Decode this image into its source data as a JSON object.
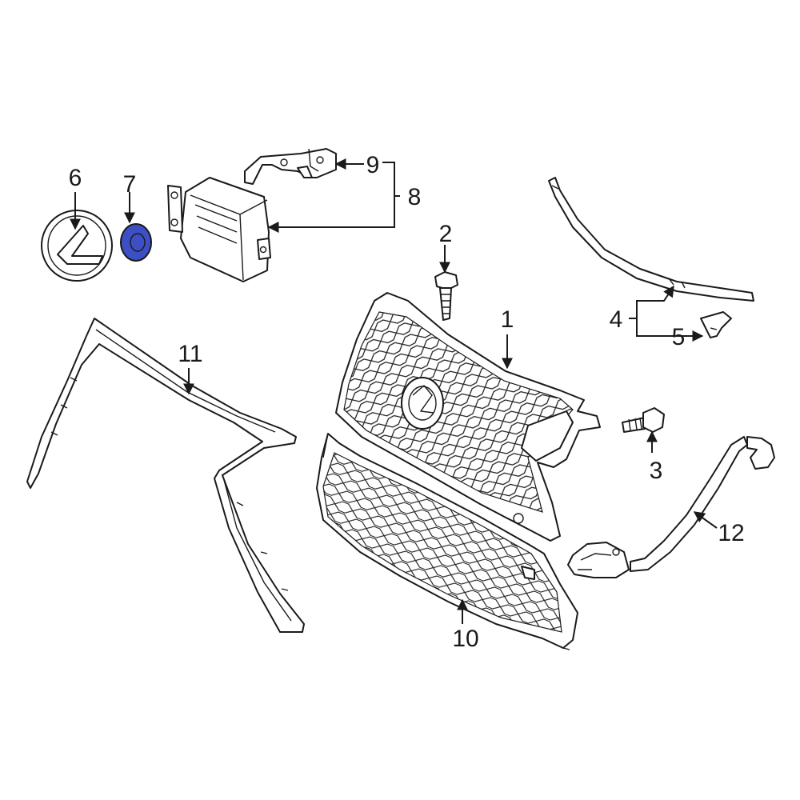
{
  "callouts": [
    {
      "id": "c1",
      "label": "1"
    },
    {
      "id": "c2",
      "label": "2"
    },
    {
      "id": "c3",
      "label": "3"
    },
    {
      "id": "c4",
      "label": "4"
    },
    {
      "id": "c5",
      "label": "5"
    },
    {
      "id": "c6",
      "label": "6"
    },
    {
      "id": "c7",
      "label": "7"
    },
    {
      "id": "c8",
      "label": "8"
    },
    {
      "id": "c9",
      "label": "9"
    },
    {
      "id": "c10",
      "label": "10"
    },
    {
      "id": "c11",
      "label": "11"
    },
    {
      "id": "c12",
      "label": "12"
    }
  ],
  "colors": {
    "line": "#1a1a1a",
    "highlight": "#3d4fc4",
    "background": "#ffffff"
  },
  "highlighted_part": "7"
}
